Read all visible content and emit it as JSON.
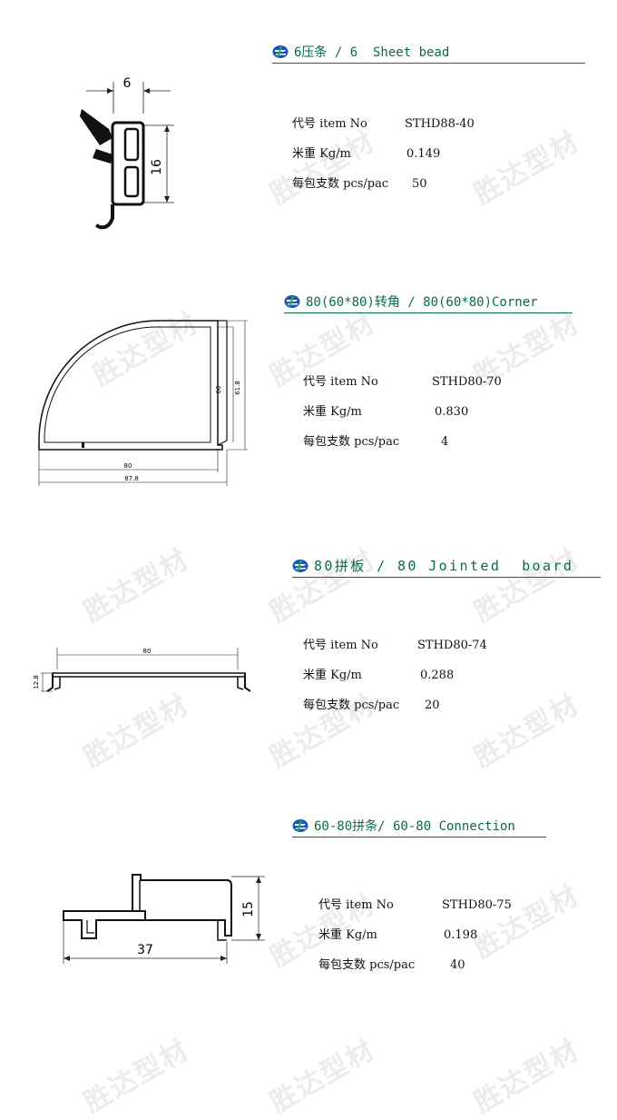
{
  "watermark": "胜达型材",
  "products": [
    {
      "title": "6压条 / 6  Sheet bead",
      "dims": [
        "6",
        "16"
      ],
      "specs": [
        {
          "label": "代号  item No",
          "value": "STHD88-40"
        },
        {
          "label": "米重  Kg/m",
          "value": "0.149"
        },
        {
          "label": "每包支数 pcs/pac",
          "value": "50"
        }
      ]
    },
    {
      "title": "80(60*80)转角 / 80(60*80)Corner",
      "dims": [
        "80",
        "87.8",
        "60",
        "61.8"
      ],
      "specs": [
        {
          "label": "代号  item No",
          "value": "STHD80-70"
        },
        {
          "label": "米重  Kg/m",
          "value": "0.830"
        },
        {
          "label": "每包支数 pcs/pac",
          "value": "4"
        }
      ]
    },
    {
      "title": "80拼板 / 80 Jointed  board",
      "dims": [
        "80",
        "12.8"
      ],
      "specs": [
        {
          "label": "代号  item No",
          "value": "STHD80-74"
        },
        {
          "label": "米重  Kg/m",
          "value": "0.288"
        },
        {
          "label": "每包支数 pcs/pac",
          "value": "20"
        }
      ]
    },
    {
      "title": "60-80拼条/ 60-80 Connection",
      "dims": [
        "15",
        "37"
      ],
      "specs": [
        {
          "label": "代号  item No",
          "value": "STHD80-75"
        },
        {
          "label": "米重  Kg/m",
          "value": "0.198"
        },
        {
          "label": "每包支数 pcs/pac",
          "value": "40"
        }
      ]
    }
  ]
}
